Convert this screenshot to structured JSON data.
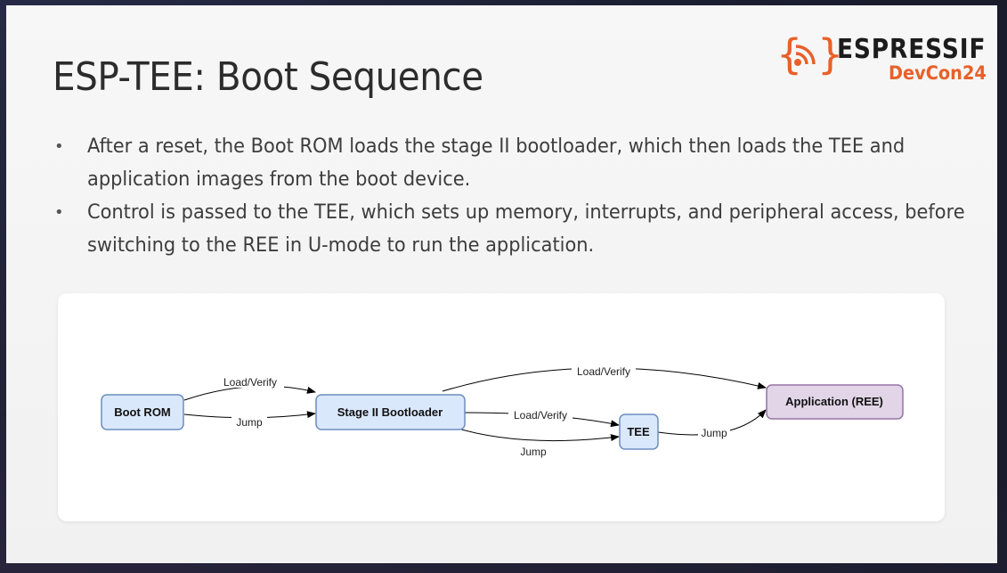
{
  "slide": {
    "title": "ESP-TEE: Boot Sequence",
    "logo": {
      "brand": "ESPRESSIF",
      "event": "DevCon24",
      "icon": "espressif-wifi-icon",
      "accent": "#e8602a"
    },
    "bullets": [
      "After a reset, the Boot ROM loads the stage II bootloader, which then loads the TEE and application images from the boot device.",
      "Control is passed to the TEE, which sets up memory, interrupts, and peripheral access, before switching to the REE in U-mode to run the application."
    ]
  },
  "diagram": {
    "nodes": {
      "boot_rom": "Boot ROM",
      "stage2": "Stage II Bootloader",
      "tee": "TEE",
      "app": "Application (REE)"
    },
    "edges": {
      "rom_to_stage2_load": "Load/Verify",
      "rom_to_stage2_jump": "Jump",
      "stage2_to_app_load": "Load/Verify",
      "stage2_to_tee_load": "Load/Verify",
      "stage2_to_tee_jump": "Jump",
      "tee_to_app_jump": "Jump"
    },
    "colors": {
      "node_blue_fill": "#dae8fc",
      "node_blue_stroke": "#6c8ebf",
      "node_purple_fill": "#e1d5e7",
      "node_purple_stroke": "#9673a6"
    }
  }
}
